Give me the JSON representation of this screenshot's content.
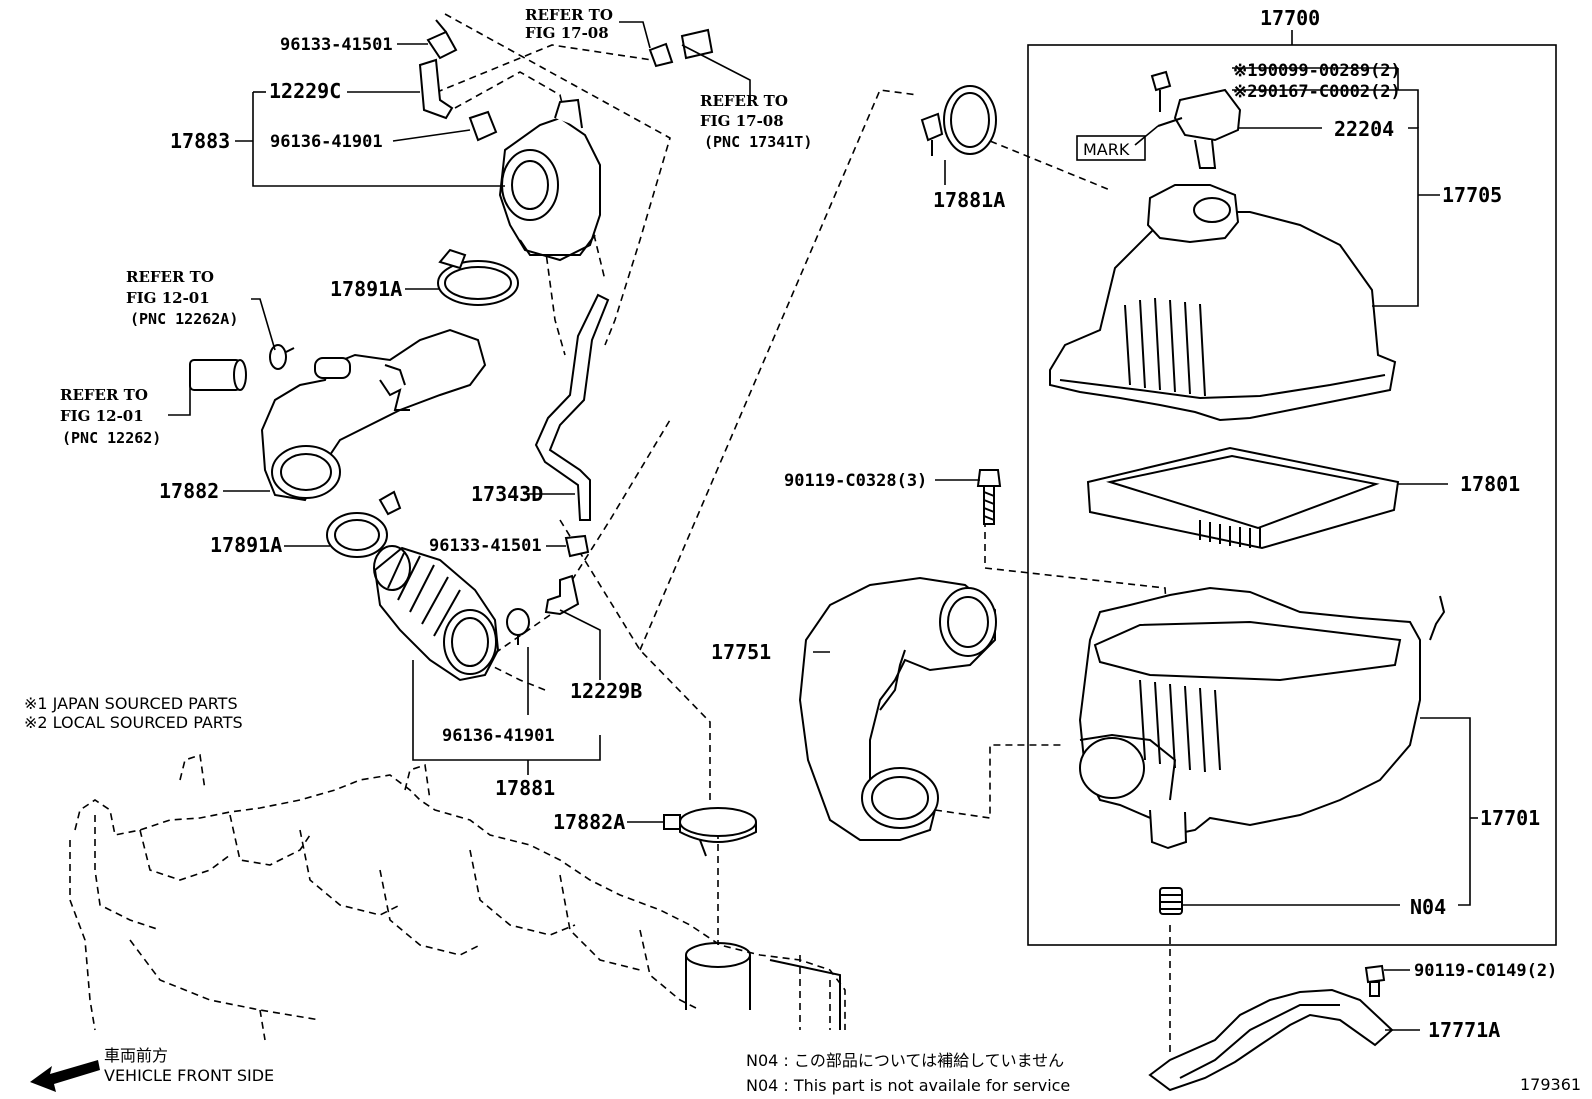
{
  "labels": {
    "p96133_41501_top": "96133-41501",
    "p12229C": "12229C",
    "p17883": "17883",
    "p96136_41901_top": "96136-41901",
    "refer1_line1": "REFER TO",
    "refer1_line2": "FIG 17-08",
    "refer2_line1": "REFER TO",
    "refer2_line2": "FIG 17-08",
    "refer2_line3": "(PNC 17341T)",
    "p17891A_top": "17891A",
    "refer3_line1": "REFER TO",
    "refer3_line2": "FIG 12-01",
    "refer3_line3": "(PNC 12262A)",
    "refer4_line1": "REFER TO",
    "refer4_line2": "FIG 12-01",
    "refer4_line3": "(PNC 12262)",
    "p17882": "17882",
    "p17343D": "17343D",
    "p17891A_bot": "17891A",
    "p96133_41501_bot": "96133-41501",
    "p12229B": "12229B",
    "p96136_41901_bot": "96136-41901",
    "p17881": "17881",
    "p17882A": "17882A",
    "p17700": "17700",
    "p190099": "※190099-00289(2)",
    "p290167": "※290167-C0002(2)",
    "p22204": "22204",
    "mark": "MARK",
    "p17705": "17705",
    "p17881A": "17881A",
    "p90119_C0328": "90119-C0328(3)",
    "p17801": "17801",
    "p17751": "17751",
    "p17701": "17701",
    "pN04": "N04",
    "p90119_C0149": "90119-C0149(2)",
    "p17771A": "17771A",
    "diagram_id": "179361"
  },
  "notes": {
    "japan_sourced": "※1 JAPAN SOURCED PARTS",
    "local_sourced": "※2 LOCAL SOURCED PARTS",
    "front_jp": "車両前方",
    "front_en": "VEHICLE FRONT SIDE",
    "n04_jp": "N04 : この部品については補給していません",
    "n04_en": "N04 :  This part is not availale for service"
  }
}
